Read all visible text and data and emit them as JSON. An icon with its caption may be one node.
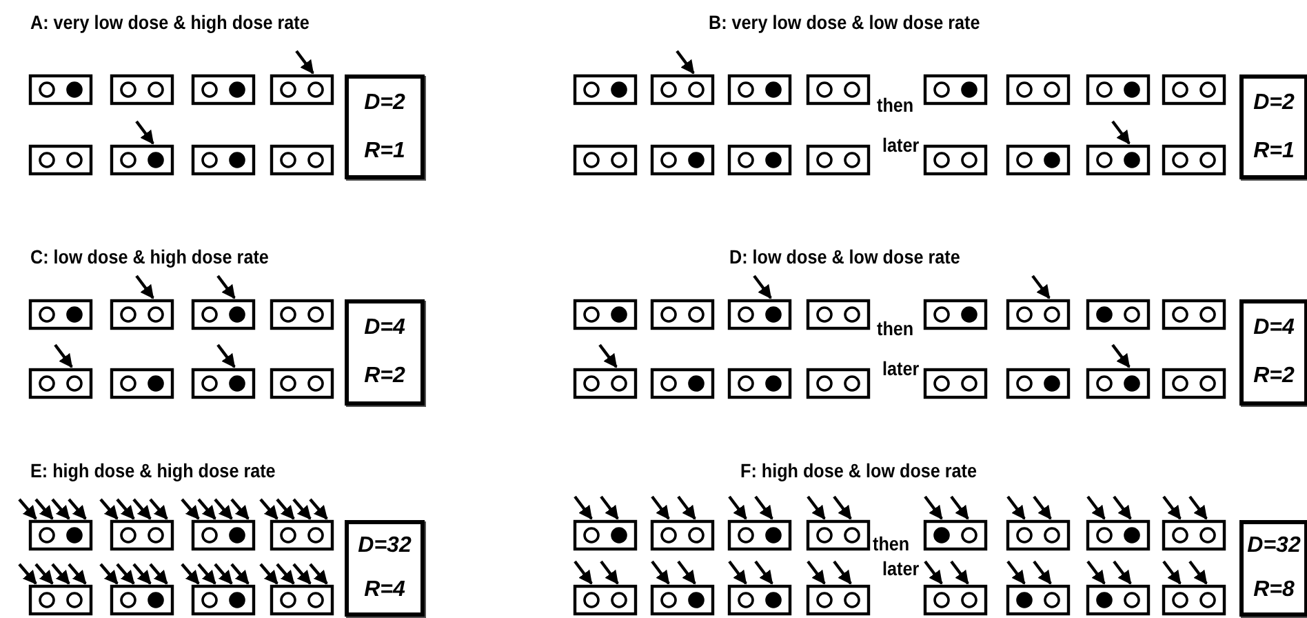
{
  "diagram": {
    "nodes": [
      {
        "text": [
          "D=2",
          "R=1"
        ]
      },
      {
        "text": [
          "D=2",
          "R=1"
        ]
      },
      {
        "text": [
          "D=4",
          "R=2"
        ]
      },
      {
        "text": [
          "D=4",
          "R=2"
        ]
      },
      {
        "text": [
          "D=32",
          "R=4"
        ]
      },
      {
        "text": [
          "D=32",
          "R=8"
        ]
      }
    ],
    "labels": [
      "A: very low dose & high dose rate",
      "B: very low dose & low dose rate",
      "then",
      "later",
      "C: low dose & high dose rate",
      "D: low dose & low dose rate",
      "then",
      "later",
      "E: high dose & high dose rate",
      "F: high dose & low dose rate",
      "then",
      "later"
    ]
  }
}
